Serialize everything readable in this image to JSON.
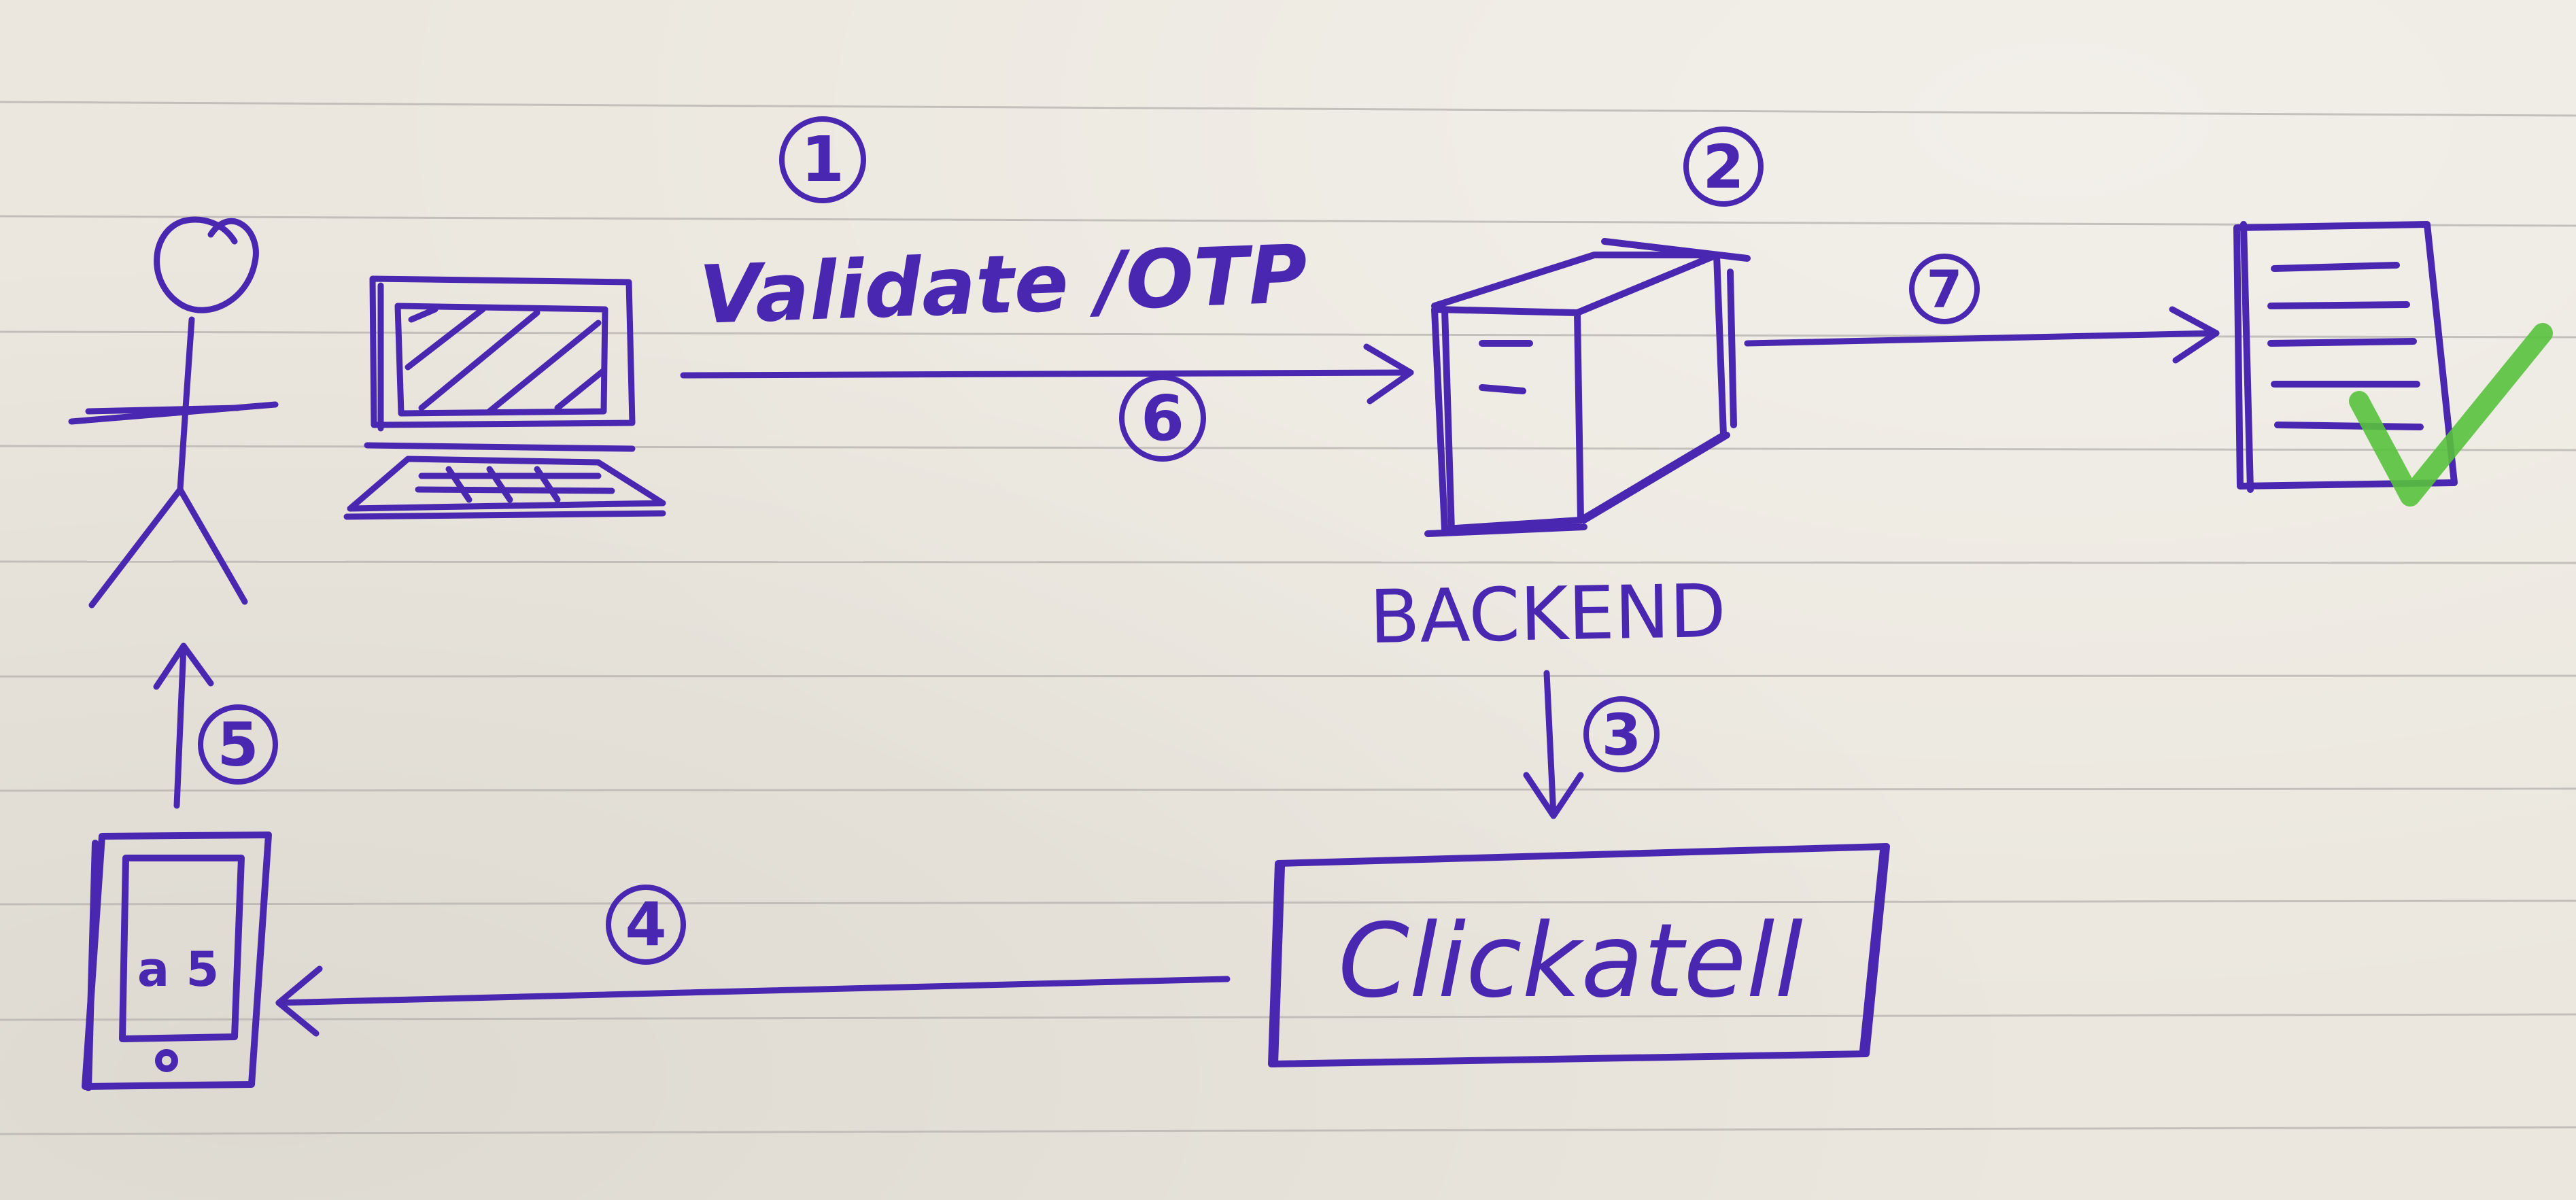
{
  "colors": {
    "ink": "#4a27b0",
    "paper": "#ebe7de",
    "rule": "#b9b6b2",
    "check": "#58c23c"
  },
  "labels": {
    "validate_otp": "Validate /OTP",
    "backend": "BACKEND",
    "clickatell": "Clickatell",
    "phone_code": "a 5"
  },
  "steps": {
    "s1": "1",
    "s2": "2",
    "s3": "3",
    "s4": "4",
    "s5": "5",
    "s6": "6",
    "s7": "7"
  },
  "icons": [
    "user-stick-figure-icon",
    "laptop-icon",
    "server-icon",
    "document-icon",
    "checkmark-icon",
    "phone-icon"
  ]
}
